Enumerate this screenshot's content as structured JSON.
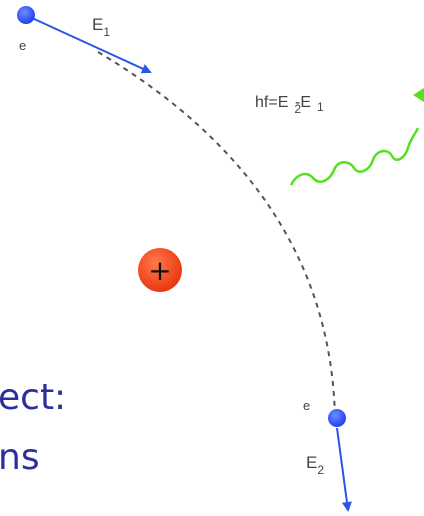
{
  "diagram": {
    "electron_start": {
      "label": "e",
      "energy_label": "E",
      "energy_sub": "1"
    },
    "electron_end": {
      "label": "e",
      "energy_label": "E",
      "energy_sub": "2"
    },
    "photon_label": {
      "prefix": "hf=E",
      "mid_sub": "2",
      "mid_char": "-E",
      "end_sub": "1"
    },
    "nucleus": {
      "symbol": "+"
    },
    "slide_text": {
      "line1": "ect:",
      "line2": "ns"
    }
  },
  "colors": {
    "electron": "#1a3cf0",
    "arrow": "#2b56e0",
    "nucleus": "#f03a10",
    "photon": "#55e020",
    "path": "#555555",
    "text": "#2b2f9c"
  }
}
